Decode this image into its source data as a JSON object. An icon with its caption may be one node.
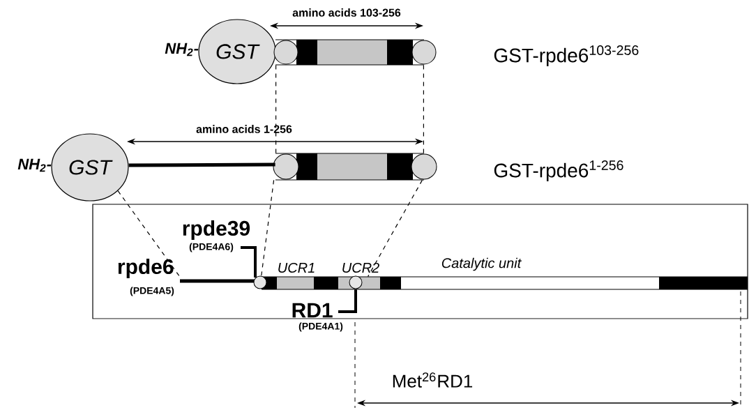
{
  "diagram": {
    "nodes": [
      {
        "text": [
          "GST"
        ],
        "beside": [
          "NH$_{2}$-"
        ]
      },
      {
        "text": [],
        "shape": "bar"
      },
      {
        "text": [
          "GST"
        ],
        "beside": [
          "NH$_{2}$-"
        ]
      },
      {
        "text": [],
        "shape": "bar"
      },
      {
        "text": [],
        "shape": "bar",
        "beside": [
          "UCR1",
          "UCR2",
          "Catalytic unit"
        ]
      }
    ],
    "edges": [
      {
        "from": 2,
        "to": 3,
        "arrow": "none",
        "style": "thick"
      },
      {
        "from": 1,
        "to": 3,
        "arrow": "none",
        "style": "dashed"
      },
      {
        "from": 1,
        "to": 3,
        "arrow": "none",
        "style": "dashed"
      },
      {
        "from": 3,
        "to": 4,
        "arrow": "none",
        "style": "dashed"
      },
      {
        "from": 3,
        "to": 4,
        "arrow": "none",
        "style": "dashed"
      },
      {
        "from": 2,
        "to": 4,
        "arrow": "none",
        "style": "dashed"
      }
    ],
    "labels": [
      "amino acids 103-256",
      "GST-rpde6$^{103-256}$",
      "amino acids 1-256",
      "GST-rpde6$^{1-256}$",
      "rpde39",
      "(PDE4A6)",
      "rpde6",
      "(PDE4A5)",
      "RD1",
      "(PDE4A1)",
      "Met$^{26}$RD1"
    ]
  }
}
